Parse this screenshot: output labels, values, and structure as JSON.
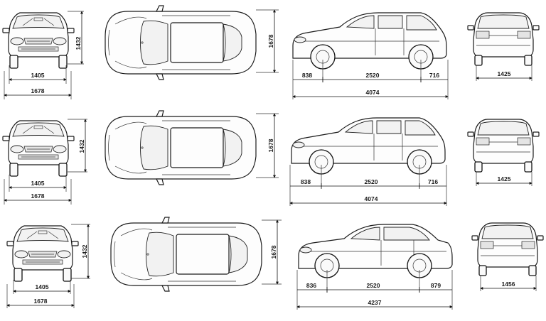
{
  "rows": [
    {
      "front_width": "1405",
      "front_overall_width": "1678",
      "front_height": "1432",
      "top_width": "1678",
      "side_front_overhang": "838",
      "side_wheelbase": "2520",
      "side_rear_overhang": "716",
      "side_length": "4074",
      "rear_track": "1425"
    },
    {
      "front_width": "1405",
      "front_overall_width": "1678",
      "front_height": "1432",
      "top_width": "1678",
      "side_front_overhang": "838",
      "side_wheelbase": "2520",
      "side_rear_overhang": "716",
      "side_length": "4074",
      "rear_track": "1425"
    },
    {
      "front_width": "1405",
      "front_overall_width": "1678",
      "front_height": "1432",
      "top_width": "1678",
      "side_front_overhang": "836",
      "side_wheelbase": "2520",
      "side_rear_overhang": "879",
      "side_length": "4237",
      "rear_track": "1456"
    }
  ]
}
